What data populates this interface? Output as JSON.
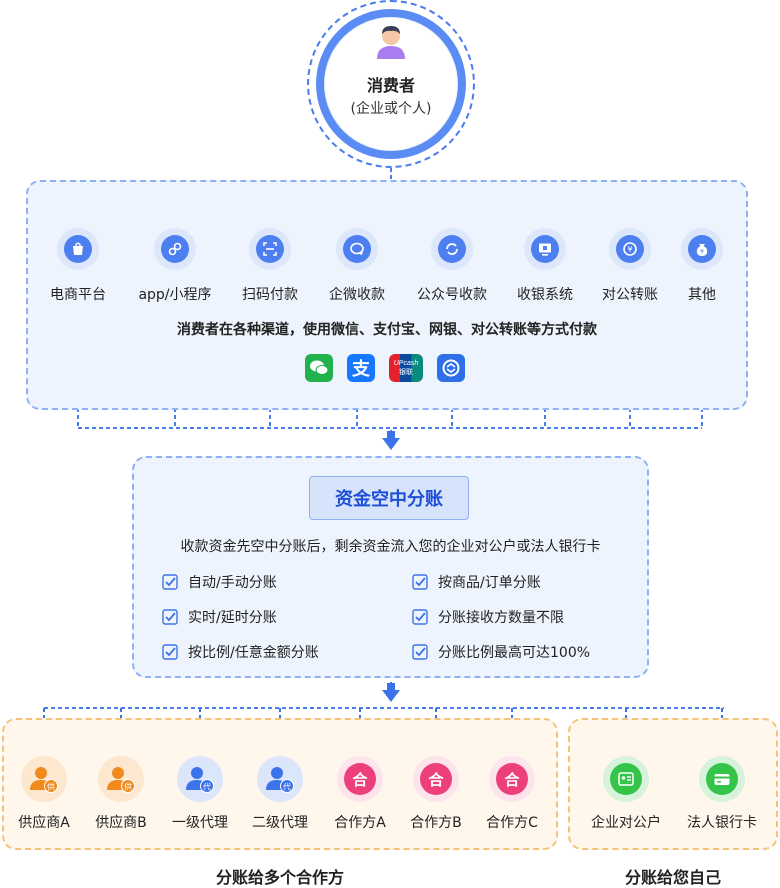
{
  "consumer": {
    "title": "消费者",
    "subtitle": "(企业或个人)"
  },
  "channels": [
    {
      "label": "电商平台",
      "icon": "shopping-bag-icon"
    },
    {
      "label": "app/小程序",
      "icon": "link-icon"
    },
    {
      "label": "扫码付款",
      "icon": "scan-icon"
    },
    {
      "label": "企微收款",
      "icon": "wecom-icon"
    },
    {
      "label": "公众号收款",
      "icon": "official-account-icon"
    },
    {
      "label": "收银系统",
      "icon": "cash-register-icon"
    },
    {
      "label": "对公转账",
      "icon": "transfer-icon"
    },
    {
      "label": "其他",
      "icon": "money-bag-icon"
    }
  ],
  "channels_headline": "消费者在各种渠道，使用微信、支付宝、网银、对公转账等方式付款",
  "payment_methods": [
    {
      "icon": "wechat-pay-icon",
      "color": "#21b24b"
    },
    {
      "icon": "alipay-icon",
      "color": "#1677ff"
    },
    {
      "icon": "unionpay-icon",
      "label": "UPcash",
      "sublabel": "银联"
    },
    {
      "icon": "bank-transfer-icon",
      "color": "#2f6fe8"
    }
  ],
  "split": {
    "title": "资金空中分账",
    "desc": "收款资金先空中分账后，剩余资金流入您的企业对公户或法人银行卡",
    "features_left": [
      "自动/手动分账",
      "实时/延时分账",
      "按比例/任意金额分账"
    ],
    "features_right": [
      "按商品/订单分账",
      "分账接收方数量不限",
      "分账比例最高可达100%"
    ]
  },
  "partners": [
    {
      "label": "供应商A",
      "icon": "supplier-icon",
      "badge": "供",
      "color": "#f08a1c"
    },
    {
      "label": "供应商B",
      "icon": "supplier-icon",
      "badge": "供",
      "color": "#f08a1c"
    },
    {
      "label": "一级代理",
      "icon": "agent-icon",
      "badge": "代",
      "color": "#3d73ea"
    },
    {
      "label": "二级代理",
      "icon": "agent-icon",
      "badge": "代",
      "color": "#3d73ea"
    },
    {
      "label": "合作方A",
      "icon": "partner-icon",
      "badge": "合",
      "color": "#ee3f7d"
    },
    {
      "label": "合作方B",
      "icon": "partner-icon",
      "badge": "合",
      "color": "#ee3f7d"
    },
    {
      "label": "合作方C",
      "icon": "partner-icon",
      "badge": "合",
      "color": "#ee3f7d"
    }
  ],
  "self": [
    {
      "label": "企业对公户",
      "icon": "corporate-account-icon",
      "color": "#34c44a"
    },
    {
      "label": "法人银行卡",
      "icon": "bank-card-icon",
      "color": "#34c44a"
    }
  ],
  "bottom": {
    "partners_label": "分账给多个合作方",
    "self_label": "分账给您自己"
  },
  "colors": {
    "blue": "#3d73ea",
    "orange": "#f6a53a",
    "pink": "#ee3f7d",
    "green": "#3ec84c"
  }
}
